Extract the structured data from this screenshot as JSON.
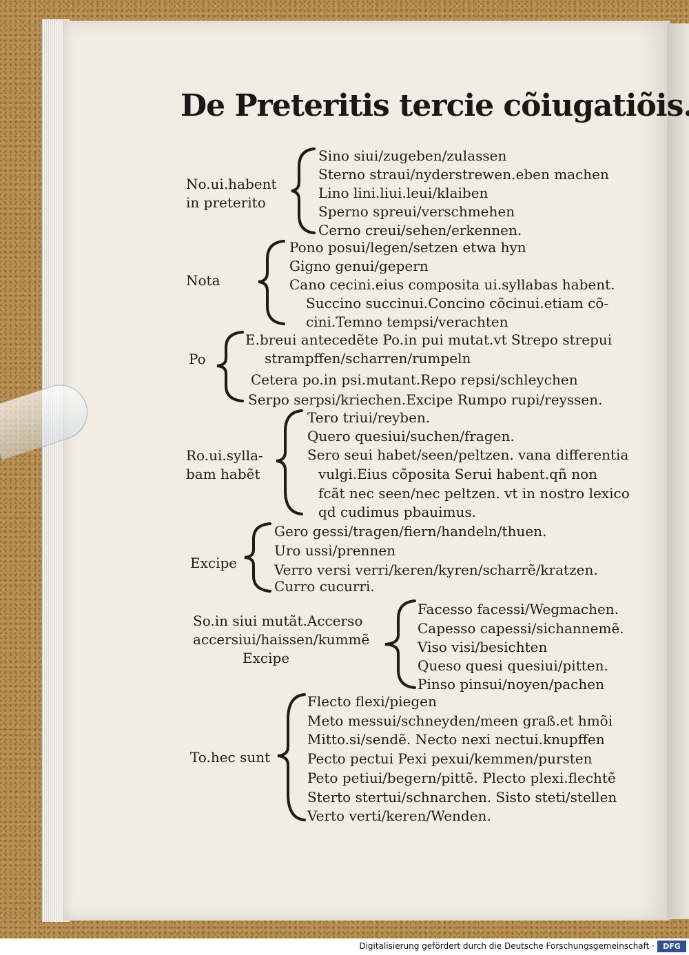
{
  "title": "De Preteritis tercie cõiugatiõis.",
  "sections": [
    {
      "label": [
        "No.ui.habent",
        "in preterito"
      ],
      "lines": [
        "Sino siui/zugeben/zulassen",
        "Sterno straui/nyderstrewen.eben machen",
        "Lino lini.liui.leui/klaiben",
        "Sperno spreui/verschmehen",
        "Cerno creui/sehen/erkennen."
      ]
    },
    {
      "label": [
        "Nota"
      ],
      "lines": [
        "Pono posui/legen/setzen etwa hyn",
        "Gigno genui/gepern",
        "Cano cecini.eius composita ui.syllabas habent.",
        "Succino succinui.Concino cõcinui.etiam cõ-",
        "cini.Temno tempsi/verachten"
      ]
    },
    {
      "label": [
        "Po"
      ],
      "lines": [
        "E.breui antecedẽte Po.in pui mutat.vt Strepo strepui",
        "strampffen/scharren/rumpeln",
        "Cetera po.in psi.mutant.Repo repsi/schleychen",
        "Serpo serpsi/kriechen.Excipe Rumpo rupi/reyssen."
      ]
    },
    {
      "label": [
        "Ro.ui.sylla-",
        "bam habẽt"
      ],
      "lines": [
        "Tero triui/reyben.",
        "Quero quesiui/suchen/fragen.",
        "Sero seui habet/seen/peltzen. vana differentia",
        "vulgi.Eius cõposita Serui habent.qñ non",
        "fcãt nec seen/nec peltzen. vt in nostro lexico",
        "qd cudimus pbauimus."
      ]
    },
    {
      "label": [
        "Excipe"
      ],
      "lines": [
        "Gero gessi/tragen/fiern/handeln/thuen.",
        "Uro ussi/prennen",
        "Verro versi verri/keren/kyren/scharrẽ/kratzen.",
        "Curro cucurri."
      ]
    },
    {
      "label": [
        "So.in siui mutãt.Accerso",
        "accersiui/haissen/kummẽ",
        "Excipe"
      ],
      "lines": [
        "Facesso facessi/Wegmachen.",
        "Capesso capessi/sichannemẽ.",
        "Viso visi/besichten",
        "Queso quesi quesiui/pitten.",
        "Pinso pinsui/noyen/pachen"
      ]
    },
    {
      "label": [
        "To.hec sunt"
      ],
      "lines": [
        "Flecto flexi/piegen",
        "Meto messui/schneyden/meen graß.et hmõi",
        "Mitto.si/sendẽ. Necto nexi nectui.knupffen",
        "Pecto pectui Pexi pexui/kemmen/pursten",
        "Peto petiui/begern/pittẽ. Plecto plexi.flechtẽ",
        "Sterto stertui/schnarchen. Sisto steti/stellen",
        "Verto verti/keren/Wenden."
      ]
    }
  ],
  "footer": {
    "text": "Digitalisierung gefördert durch die Deutsche Forschungsgemeinschaft ·",
    "logo": "DFG"
  }
}
